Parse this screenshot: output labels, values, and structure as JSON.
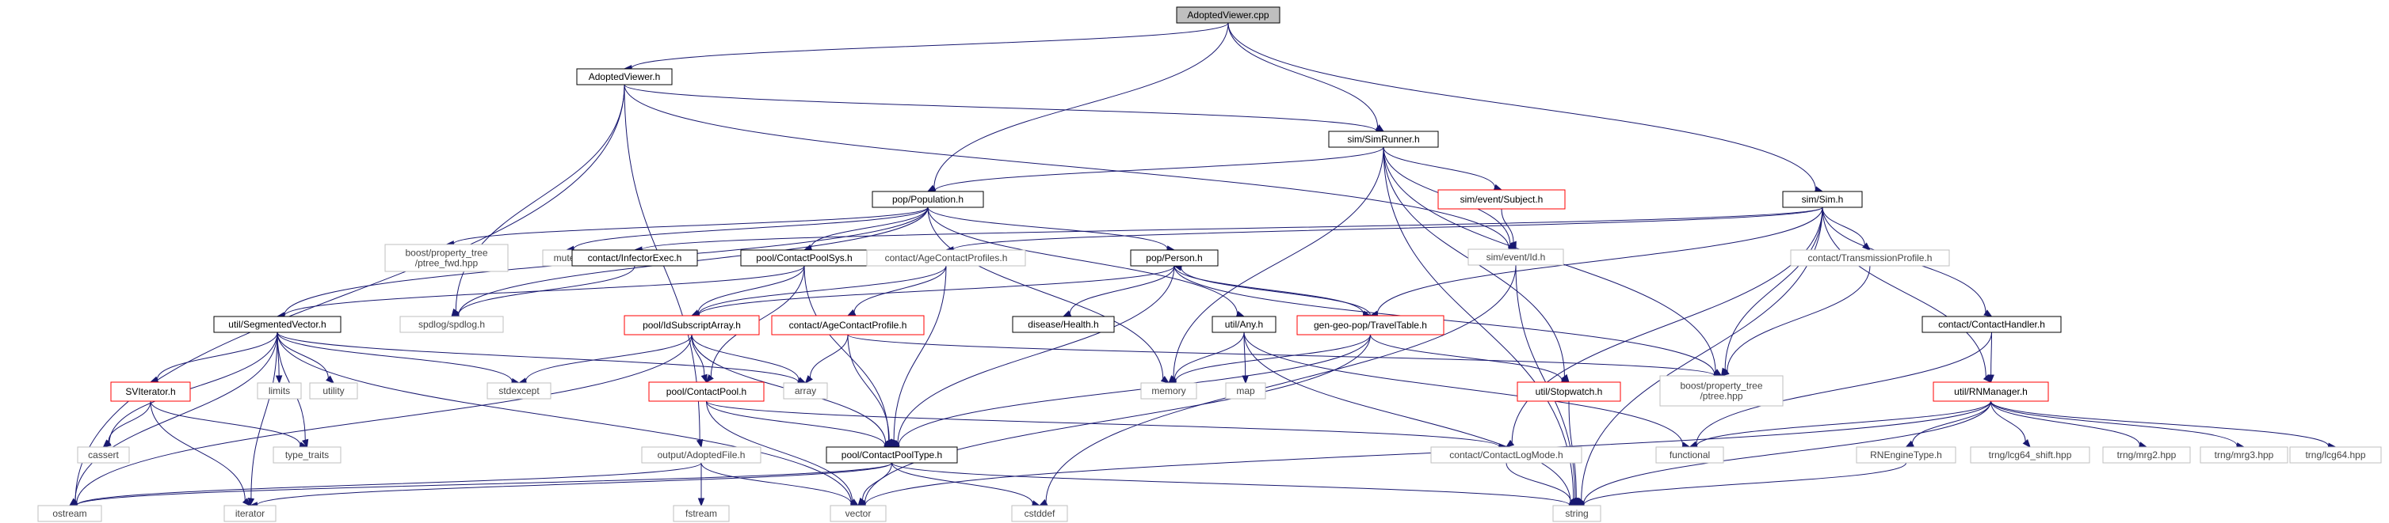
{
  "diagram": {
    "colors": {
      "edge": "#191970",
      "root_fill": "#bfbfbf",
      "red_border": "#ff0000",
      "plain_border": "#bfbfbf"
    },
    "nodes": [
      {
        "id": "AdoptedViewer_cpp",
        "label": "AdoptedViewer.cpp",
        "kind": "root"
      },
      {
        "id": "AdoptedViewer_h",
        "label": "AdoptedViewer.h",
        "kind": "doc"
      },
      {
        "id": "sim_SimRunner_h",
        "label": "sim/SimRunner.h",
        "kind": "doc"
      },
      {
        "id": "sim_Sim_h",
        "label": "sim/Sim.h",
        "kind": "doc"
      },
      {
        "id": "pop_Population_h",
        "label": "pop/Population.h",
        "kind": "doc"
      },
      {
        "id": "sim_event_Subject_h",
        "label": "sim/event/Subject.h",
        "kind": "red"
      },
      {
        "id": "sim_event_Id_h",
        "label": "sim/event/Id.h",
        "kind": "plain"
      },
      {
        "id": "boost_ptree_fwd_hpp",
        "label": "boost/property_tree\n/ptree_fwd.hpp",
        "kind": "plain"
      },
      {
        "id": "mutex",
        "label": "mutex",
        "kind": "plain"
      },
      {
        "id": "contact_InfectorExec_h",
        "label": "contact/InfectorExec.h",
        "kind": "doc"
      },
      {
        "id": "pool_ContactPoolSys_h",
        "label": "pool/ContactPoolSys.h",
        "kind": "doc"
      },
      {
        "id": "contact_AgeContactProfiles_h",
        "label": "contact/AgeContactProfiles.h",
        "kind": "plain"
      },
      {
        "id": "pop_Person_h",
        "label": "pop/Person.h",
        "kind": "doc"
      },
      {
        "id": "contact_TransmissionProfile_h",
        "label": "contact/TransmissionProfile.h",
        "kind": "plain"
      },
      {
        "id": "util_SegmentedVector_h",
        "label": "util/SegmentedVector.h",
        "kind": "doc"
      },
      {
        "id": "spdlog_spdlog_h",
        "label": "spdlog/spdlog.h",
        "kind": "plain"
      },
      {
        "id": "pool_IdSubscriptArray_h",
        "label": "pool/IdSubscriptArray.h",
        "kind": "red"
      },
      {
        "id": "contact_AgeContactProfile_h",
        "label": "contact/AgeContactProfile.h",
        "kind": "red"
      },
      {
        "id": "disease_Health_h",
        "label": "disease/Health.h",
        "kind": "doc"
      },
      {
        "id": "util_Any_h",
        "label": "util/Any.h",
        "kind": "doc"
      },
      {
        "id": "geo_TravelTable_h",
        "label": "gen-geo-pop/TravelTable.h",
        "kind": "red"
      },
      {
        "id": "contact_ContactHandler_h",
        "label": "contact/ContactHandler.h",
        "kind": "doc"
      },
      {
        "id": "SVIterator_h",
        "label": "SVIterator.h",
        "kind": "red"
      },
      {
        "id": "limits",
        "label": "limits",
        "kind": "plain"
      },
      {
        "id": "utility",
        "label": "utility",
        "kind": "plain"
      },
      {
        "id": "stdexcept",
        "label": "stdexcept",
        "kind": "plain"
      },
      {
        "id": "pool_ContactPool_h",
        "label": "pool/ContactPool.h",
        "kind": "red"
      },
      {
        "id": "array",
        "label": "array",
        "kind": "plain"
      },
      {
        "id": "memory",
        "label": "memory",
        "kind": "plain"
      },
      {
        "id": "map",
        "label": "map",
        "kind": "plain"
      },
      {
        "id": "boost_ptree_hpp",
        "label": "boost/property_tree\n/ptree.hpp",
        "kind": "plain"
      },
      {
        "id": "util_Stopwatch_h",
        "label": "util/Stopwatch.h",
        "kind": "red"
      },
      {
        "id": "util_RNManager_h",
        "label": "util/RNManager.h",
        "kind": "red"
      },
      {
        "id": "cassert",
        "label": "cassert",
        "kind": "plain"
      },
      {
        "id": "type_traits",
        "label": "type_traits",
        "kind": "plain"
      },
      {
        "id": "output_AdoptedFile_h",
        "label": "output/AdoptedFile.h",
        "kind": "plain"
      },
      {
        "id": "pool_ContactPoolType_h",
        "label": "pool/ContactPoolType.h",
        "kind": "doc"
      },
      {
        "id": "contact_ContactLogMode_h",
        "label": "contact/ContactLogMode.h",
        "kind": "plain"
      },
      {
        "id": "functional",
        "label": "functional",
        "kind": "plain"
      },
      {
        "id": "RNEngineType_h",
        "label": "RNEngineType.h",
        "kind": "plain"
      },
      {
        "id": "trng_lcg64_shift_hpp",
        "label": "trng/lcg64_shift.hpp",
        "kind": "plain"
      },
      {
        "id": "trng_mrg2_hpp",
        "label": "trng/mrg2.hpp",
        "kind": "plain"
      },
      {
        "id": "trng_mrg3_hpp",
        "label": "trng/mrg3.hpp",
        "kind": "plain"
      },
      {
        "id": "trng_lcg64_hpp",
        "label": "trng/lcg64.hpp",
        "kind": "plain"
      },
      {
        "id": "ostream",
        "label": "ostream",
        "kind": "plain"
      },
      {
        "id": "iterator",
        "label": "iterator",
        "kind": "plain"
      },
      {
        "id": "fstream",
        "label": "fstream",
        "kind": "plain"
      },
      {
        "id": "vector",
        "label": "vector",
        "kind": "plain"
      },
      {
        "id": "cstddef",
        "label": "cstddef",
        "kind": "plain"
      },
      {
        "id": "string",
        "label": "string",
        "kind": "plain"
      }
    ],
    "edges": [
      [
        "AdoptedViewer_cpp",
        "AdoptedViewer_h"
      ],
      [
        "AdoptedViewer_cpp",
        "sim_SimRunner_h"
      ],
      [
        "AdoptedViewer_cpp",
        "sim_Sim_h"
      ],
      [
        "AdoptedViewer_cpp",
        "pop_Population_h"
      ],
      [
        "AdoptedViewer_h",
        "sim_SimRunner_h"
      ],
      [
        "AdoptedViewer_h",
        "sim_event_Id_h"
      ],
      [
        "AdoptedViewer_h",
        "spdlog_spdlog_h"
      ],
      [
        "AdoptedViewer_h",
        "output_AdoptedFile_h"
      ],
      [
        "AdoptedViewer_h",
        "ostream"
      ],
      [
        "sim_SimRunner_h",
        "pop_Population_h"
      ],
      [
        "sim_SimRunner_h",
        "sim_event_Subject_h"
      ],
      [
        "sim_SimRunner_h",
        "sim_event_Id_h"
      ],
      [
        "sim_SimRunner_h",
        "util_Stopwatch_h"
      ],
      [
        "sim_SimRunner_h",
        "boost_ptree_hpp"
      ],
      [
        "sim_SimRunner_h",
        "memory"
      ],
      [
        "sim_SimRunner_h",
        "string"
      ],
      [
        "sim_event_Subject_h",
        "sim_event_Id_h"
      ],
      [
        "sim_event_Id_h",
        "string"
      ],
      [
        "sim_event_Id_h",
        "cstddef"
      ],
      [
        "sim_Sim_h",
        "contact_AgeContactProfiles_h"
      ],
      [
        "sim_Sim_h",
        "contact_ContactHandler_h"
      ],
      [
        "sim_Sim_h",
        "contact_InfectorExec_h"
      ],
      [
        "sim_Sim_h",
        "contact_TransmissionProfile_h"
      ],
      [
        "sim_Sim_h",
        "contact_ContactLogMode_h"
      ],
      [
        "sim_Sim_h",
        "geo_TravelTable_h"
      ],
      [
        "sim_Sim_h",
        "util_RNManager_h"
      ],
      [
        "sim_Sim_h",
        "boost_ptree_hpp"
      ],
      [
        "sim_Sim_h",
        "string"
      ],
      [
        "pop_Population_h",
        "pop_Person_h"
      ],
      [
        "pop_Population_h",
        "pool_ContactPoolSys_h"
      ],
      [
        "pop_Population_h",
        "util_SegmentedVector_h"
      ],
      [
        "pop_Population_h",
        "util_Any_h"
      ],
      [
        "pop_Population_h",
        "boost_ptree_fwd_hpp"
      ],
      [
        "pop_Population_h",
        "spdlog_spdlog_h"
      ],
      [
        "pop_Population_h",
        "mutex"
      ],
      [
        "pop_Population_h",
        "memory"
      ],
      [
        "contact_AgeContactProfiles_h",
        "contact_AgeContactProfile_h"
      ],
      [
        "contact_AgeContactProfiles_h",
        "pool_ContactPoolType_h"
      ],
      [
        "contact_AgeContactProfiles_h",
        "pool_IdSubscriptArray_h"
      ],
      [
        "pool_ContactPoolSys_h",
        "pool_ContactPool_h"
      ],
      [
        "pool_ContactPoolSys_h",
        "pool_ContactPoolType_h"
      ],
      [
        "pool_ContactPoolSys_h",
        "pool_IdSubscriptArray_h"
      ],
      [
        "pool_ContactPoolSys_h",
        "util_SegmentedVector_h"
      ],
      [
        "contact_AgeContactProfile_h",
        "pool_ContactPoolType_h"
      ],
      [
        "contact_AgeContactProfile_h",
        "boost_ptree_hpp"
      ],
      [
        "contact_AgeContactProfile_h",
        "array"
      ],
      [
        "pop_Person_h",
        "disease_Health_h"
      ],
      [
        "pop_Person_h",
        "pool_ContactPoolType_h"
      ],
      [
        "pop_Person_h",
        "pool_IdSubscriptArray_h"
      ],
      [
        "pop_Person_h",
        "geo_TravelTable_h"
      ],
      [
        "pop_Person_h",
        "boost_ptree_hpp"
      ],
      [
        "geo_TravelTable_h",
        "pop_Person_h"
      ],
      [
        "geo_TravelTable_h",
        "pool_ContactPoolType_h"
      ],
      [
        "geo_TravelTable_h",
        "util_Stopwatch_h"
      ],
      [
        "geo_TravelTable_h",
        "memory"
      ],
      [
        "geo_TravelTable_h",
        "vector"
      ],
      [
        "pool_IdSubscriptArray_h",
        "pool_ContactPool_h"
      ],
      [
        "pool_IdSubscriptArray_h",
        "pool_ContactPoolType_h"
      ],
      [
        "pool_IdSubscriptArray_h",
        "array"
      ],
      [
        "pool_IdSubscriptArray_h",
        "stdexcept"
      ],
      [
        "pool_IdSubscriptArray_h",
        "ostream"
      ],
      [
        "pool_ContactPool_h",
        "pool_ContactPoolType_h"
      ],
      [
        "pool_ContactPool_h",
        "contact_ContactLogMode_h"
      ],
      [
        "pool_ContactPool_h",
        "vector"
      ],
      [
        "pool_ContactPoolType_h",
        "cstddef"
      ],
      [
        "pool_ContactPoolType_h",
        "string"
      ],
      [
        "pool_ContactPoolType_h",
        "vector"
      ],
      [
        "pool_ContactPoolType_h",
        "ostream"
      ],
      [
        "pool_ContactPoolType_h",
        "iterator"
      ],
      [
        "util_SegmentedVector_h",
        "SVIterator_h"
      ],
      [
        "util_SegmentedVector_h",
        "array"
      ],
      [
        "util_SegmentedVector_h",
        "cassert"
      ],
      [
        "util_SegmentedVector_h",
        "limits"
      ],
      [
        "util_SegmentedVector_h",
        "utility"
      ],
      [
        "util_SegmentedVector_h",
        "stdexcept"
      ],
      [
        "util_SegmentedVector_h",
        "type_traits"
      ],
      [
        "util_SegmentedVector_h",
        "iterator"
      ],
      [
        "util_SegmentedVector_h",
        "vector"
      ],
      [
        "util_SegmentedVector_h",
        "ostream"
      ],
      [
        "SVIterator_h",
        "cassert"
      ],
      [
        "SVIterator_h",
        "iterator"
      ],
      [
        "SVIterator_h",
        "type_traits"
      ],
      [
        "util_Any_h",
        "memory"
      ],
      [
        "util_Any_h",
        "map"
      ],
      [
        "util_Any_h",
        "functional"
      ],
      [
        "util_Any_h",
        "string"
      ],
      [
        "contact_ContactHandler_h",
        "util_RNManager_h"
      ],
      [
        "contact_ContactHandler_h",
        "functional"
      ],
      [
        "util_RNManager_h",
        "functional"
      ],
      [
        "util_RNManager_h",
        "RNEngineType_h"
      ],
      [
        "util_RNManager_h",
        "trng_lcg64_shift_hpp"
      ],
      [
        "util_RNManager_h",
        "trng_mrg2_hpp"
      ],
      [
        "util_RNManager_h",
        "trng_mrg3_hpp"
      ],
      [
        "util_RNManager_h",
        "trng_lcg64_hpp"
      ],
      [
        "util_RNManager_h",
        "string"
      ],
      [
        "util_RNManager_h",
        "vector"
      ],
      [
        "contact_TransmissionProfile_h",
        "boost_ptree_hpp"
      ],
      [
        "contact_InfectorExec_h",
        "spdlog_spdlog_h"
      ],
      [
        "util_Stopwatch_h",
        "string"
      ],
      [
        "contact_ContactLogMode_h",
        "string"
      ],
      [
        "RNEngineType_h",
        "string"
      ],
      [
        "output_AdoptedFile_h",
        "fstream"
      ],
      [
        "output_AdoptedFile_h",
        "vector"
      ],
      [
        "output_AdoptedFile_h",
        "ostream"
      ]
    ]
  }
}
